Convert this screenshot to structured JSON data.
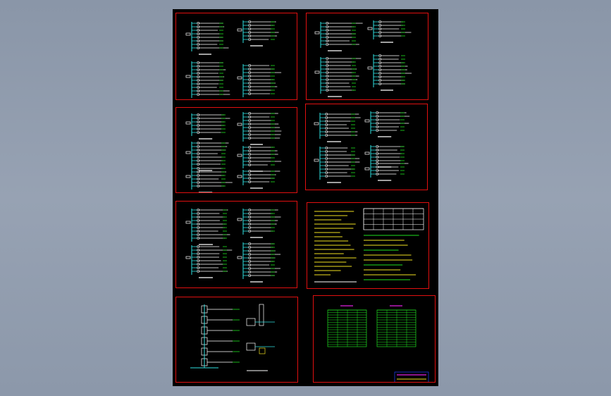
{
  "viewer": {
    "sheet_background": "#000000",
    "frame_color": "#e01010",
    "line_colors": {
      "cyan": "#2fe0e0",
      "white": "#ffffff",
      "yellow": "#f0e020",
      "green": "#20e020",
      "magenta": "#e020e0",
      "blue": "#2040ff"
    }
  },
  "panels": [
    {
      "id": "p1",
      "type": "riser-diagrams",
      "blocks": 4
    },
    {
      "id": "p2",
      "type": "riser-diagrams",
      "blocks": 4
    },
    {
      "id": "p3",
      "type": "riser-diagrams",
      "blocks": 6
    },
    {
      "id": "p4",
      "type": "riser-diagrams",
      "blocks": 5
    },
    {
      "id": "p5",
      "type": "riser-diagrams",
      "blocks": 4
    },
    {
      "id": "p6",
      "type": "design-notes-and-legend"
    },
    {
      "id": "p7",
      "type": "system-schematic"
    },
    {
      "id": "p8",
      "type": "material-tables-and-title-block"
    }
  ]
}
